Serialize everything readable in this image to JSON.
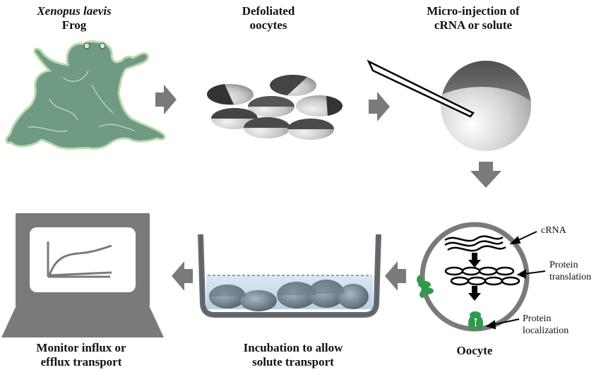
{
  "steps": {
    "frog": {
      "species": "Xenopus laevis",
      "label": "Frog"
    },
    "defoliated": {
      "line1": "Defoliated",
      "line2": "oocytes"
    },
    "injection": {
      "line1": "Micro-injection of",
      "line2": "cRNA or solute"
    },
    "oocyte": {
      "label": "Oocyte"
    },
    "incubation": {
      "line1": "Incubation to allow",
      "line2": "solute transport"
    },
    "monitor": {
      "line1": "Monitor influx or",
      "line2": "efflux transport"
    }
  },
  "oocyte_annotations": {
    "crna": "cRNA",
    "translation_line1": "Protein",
    "translation_line2": "translation",
    "localization_line1": "Protein",
    "localization_line2": "localization"
  },
  "colors": {
    "arrow": "#7a7a7a",
    "frog_fill": "#6f9a83",
    "frog_outline": "#b9d9a8",
    "protein": "#2f9a4a",
    "water": "#cfe0ee"
  }
}
